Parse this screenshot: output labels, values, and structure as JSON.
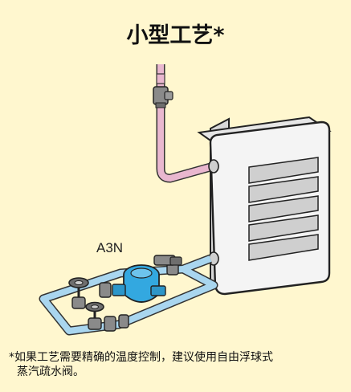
{
  "title": "小型工艺*",
  "trap_label": "A3N",
  "note_line1": "*如果工艺需要精确的温度控制，建议使用自由浮球式",
  "note_line2": "蒸汽疏水阀。",
  "colors": {
    "background": "#fff7cf",
    "steam_pipe": "#e9b7cf",
    "condensate_pipe": "#a9d6ef",
    "trap_body": "#33a8e0",
    "heater_body": "#f3f3f3",
    "valve_metal": "#7a7a7a"
  }
}
